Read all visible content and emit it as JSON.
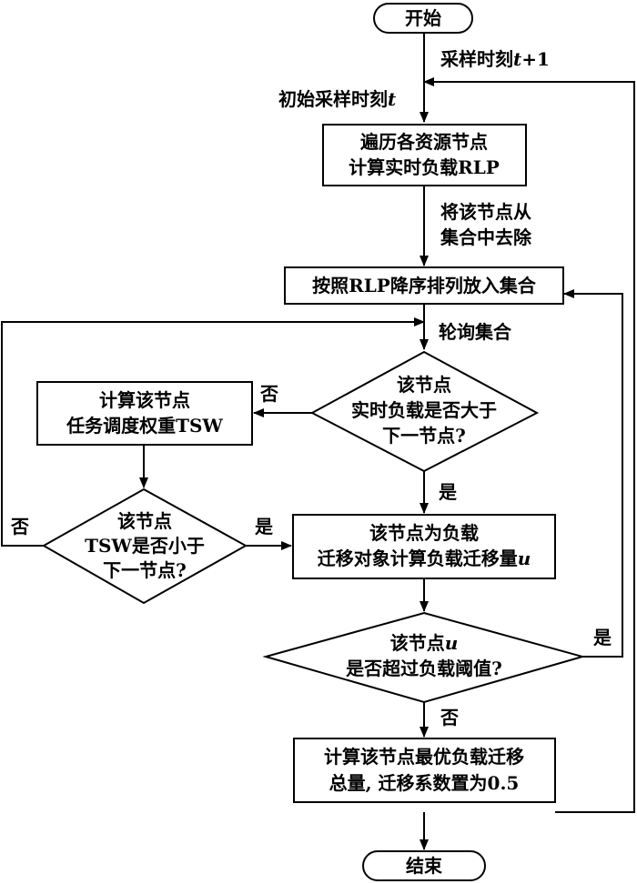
{
  "nodes": {
    "start": "开始",
    "traverse": {
      "line1": "遍历各资源节点",
      "line2": "计算实时负载RLP"
    },
    "sort": "按照RLP降序排列放入集合",
    "calc_tsw": {
      "line1": "计算该节点",
      "line2": "任务调度权重TSW"
    },
    "rlp_decision": {
      "line1": "该节点",
      "line2": "实时负载是否大于",
      "line3": "下一节点?"
    },
    "tsw_decision": {
      "line1": "该节点",
      "line2": "TSW是否小于",
      "line3": "下一节点?"
    },
    "migrate": {
      "line1": "该节点为负载",
      "line2_prefix": "迁移对象计算负载迁移量",
      "line2_var": "u"
    },
    "threshold_decision": {
      "line1_prefix": "该节点",
      "line1_var": "u",
      "line2": "是否超过负载阈值?"
    },
    "optimal": {
      "line1": "计算该节点最优负载迁移",
      "line2": "总量, 迁移系数置为0.5"
    },
    "end": "结束"
  },
  "labels": {
    "next_sample_prefix": "采样时刻",
    "next_sample_var": "t",
    "next_sample_suffix": "+1",
    "init_sample_prefix": "初始采样时刻",
    "init_sample_var": "t",
    "remove_line1": "将该节点从",
    "remove_line2": "集合中去除",
    "poll": "轮询集合",
    "no": "否",
    "yes": "是"
  }
}
